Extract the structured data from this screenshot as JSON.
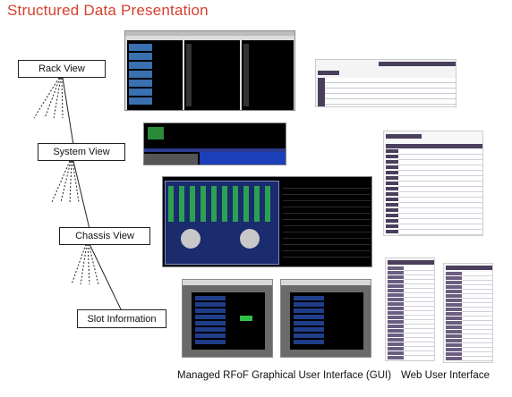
{
  "title": "Structured Data Presentation",
  "hierarchy": {
    "nodes": [
      {
        "label": "Rack View"
      },
      {
        "label": "System View"
      },
      {
        "label": "Chassis View"
      },
      {
        "label": "Slot Information"
      }
    ]
  },
  "captions": {
    "gui": "Managed RFoF Graphical User Interface (GUI)",
    "web": "Web User Interface"
  },
  "colors": {
    "title": "#d6402f",
    "web_header": "#4a3f5c",
    "gui_panel": "#1a2b6e",
    "module_green": "#2fbf4a",
    "screen_black": "#000000"
  }
}
